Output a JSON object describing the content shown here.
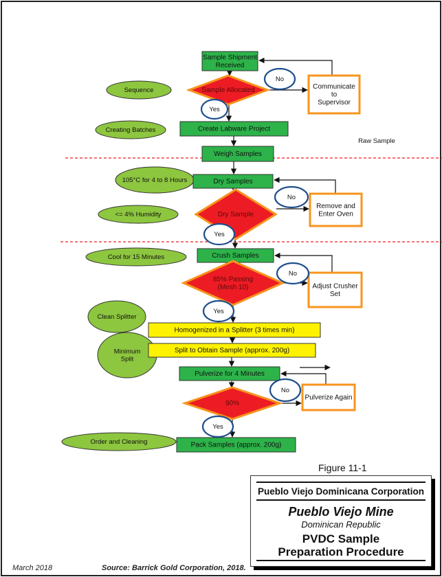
{
  "colors": {
    "process_green": "#2db34a",
    "decision_red": "#ed1c24",
    "decision_border": "#f7941d",
    "note_green": "#8dc63f",
    "yellow_step": "#fff200",
    "orange_border": "#f7941d",
    "circle_blue": "#1f4e8c",
    "dashed_red": "#ed1c24"
  },
  "diagram": {
    "process_steps": [
      {
        "id": "sample-shipment",
        "lines": [
          "Sample Shipment",
          "Received"
        ]
      },
      {
        "id": "create-labware",
        "lines": [
          "Create Labware Project"
        ]
      },
      {
        "id": "weigh-samples",
        "lines": [
          "Weigh Samples"
        ]
      },
      {
        "id": "dry-samples",
        "lines": [
          "Dry Samples"
        ]
      },
      {
        "id": "crush-samples",
        "lines": [
          "Crush Samples"
        ]
      },
      {
        "id": "homogenized",
        "lines": [
          "Homogenized in a Splitter (3 times min)"
        ]
      },
      {
        "id": "split-sample",
        "lines": [
          "Split to Obtain Sample (approx. 200g)"
        ]
      },
      {
        "id": "pulverize",
        "lines": [
          "Pulverize for 4 Minutes"
        ]
      },
      {
        "id": "pack-samples",
        "lines": [
          "Pack Samples (approx. 200g)"
        ]
      }
    ],
    "decisions": [
      {
        "id": "sample-allocated",
        "lines": [
          "Sample Allocated"
        ]
      },
      {
        "id": "dry-sample",
        "lines": [
          "Dry Sample"
        ]
      },
      {
        "id": "passing",
        "lines": [
          "85%  Passing",
          "(Mesh 10)"
        ]
      },
      {
        "id": "ninety",
        "lines": [
          "90%"
        ]
      }
    ],
    "corrective_actions": [
      {
        "id": "communicate",
        "lines": [
          "Communicate",
          "to",
          "Supervisor"
        ]
      },
      {
        "id": "remove-oven",
        "lines": [
          "Remove and",
          "Enter Oven"
        ]
      },
      {
        "id": "adjust-crusher",
        "lines": [
          "Adjust Crusher",
          "Set"
        ]
      },
      {
        "id": "pulverize-again",
        "lines": [
          "Pulverize Again"
        ]
      }
    ],
    "notes": [
      {
        "id": "sequence",
        "lines": [
          "Sequence"
        ]
      },
      {
        "id": "creating-batches",
        "lines": [
          "Creating Batches"
        ]
      },
      {
        "id": "temperature",
        "lines": [
          "105°C for 4 to 8 Hours"
        ]
      },
      {
        "id": "humidity",
        "lines": [
          "<= 4% Humidity"
        ]
      },
      {
        "id": "cool",
        "lines": [
          "Cool for 15 Minutes"
        ]
      },
      {
        "id": "clean-splitter",
        "lines": [
          "Clean Splitter"
        ]
      },
      {
        "id": "minimum-split",
        "lines": [
          "Minimum",
          "Split"
        ]
      },
      {
        "id": "order-cleaning",
        "lines": [
          "Order and Cleaning"
        ]
      }
    ],
    "yes_label": "Yes",
    "no_label": "No",
    "raw_sample_label": "Raw Sample"
  },
  "figure_label": "Figure 11-1",
  "title_block": {
    "corporation": "Pueblo Viejo Dominicana Corporation",
    "mine": "Pueblo Viejo Mine",
    "country": "Dominican Republic",
    "procedure_line1": "PVDC Sample",
    "procedure_line2": "Preparation Procedure"
  },
  "footer": {
    "date": "March 2018",
    "source": "Source: Barrick Gold Corporation, 2018."
  }
}
